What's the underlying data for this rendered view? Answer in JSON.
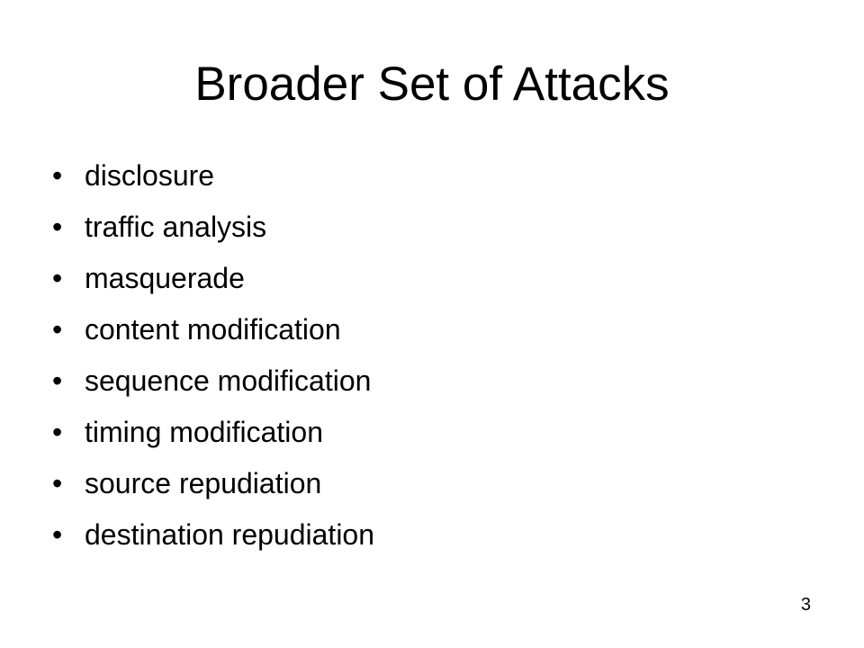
{
  "slide": {
    "title": "Broader Set of Attacks",
    "bullet_symbol": "•",
    "bullets": [
      "disclosure",
      "traffic analysis",
      "masquerade",
      "content modification",
      "sequence modification",
      "timing modification",
      "source repudiation",
      "destination repudiation"
    ],
    "page_number": "3"
  }
}
